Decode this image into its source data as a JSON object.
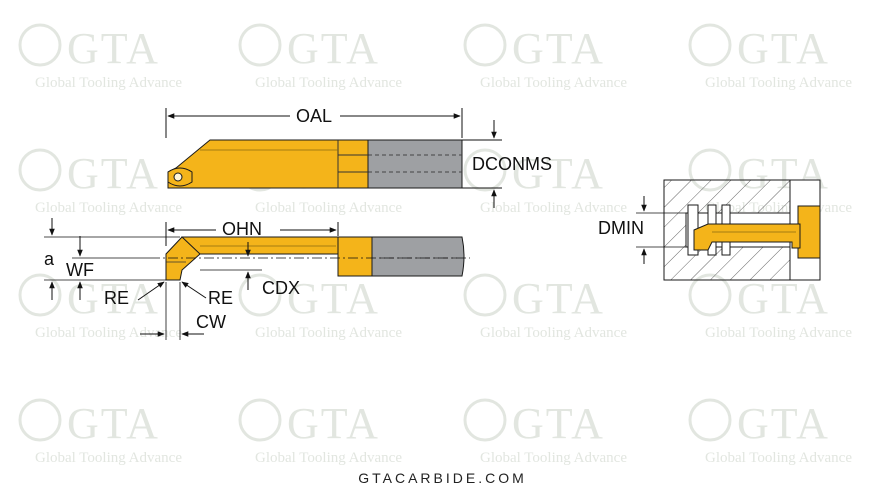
{
  "watermark": {
    "brand": "GTA",
    "tagline": "Global Tooling Advance"
  },
  "labels": {
    "oal": "OAL",
    "dconms": "DCONMS",
    "ohn": "OHN",
    "a": "a",
    "wf": "WF",
    "re_left": "RE",
    "re_right": "RE",
    "cdx": "CDX",
    "cw": "CW",
    "dmin": "DMIN"
  },
  "footer": {
    "site": "GTACARBIDE.COM"
  },
  "colors": {
    "insert": "#f4b41a",
    "shank": "#9ea0a3",
    "line": "#1a1a1a",
    "watermark": "#e2e6e0"
  }
}
